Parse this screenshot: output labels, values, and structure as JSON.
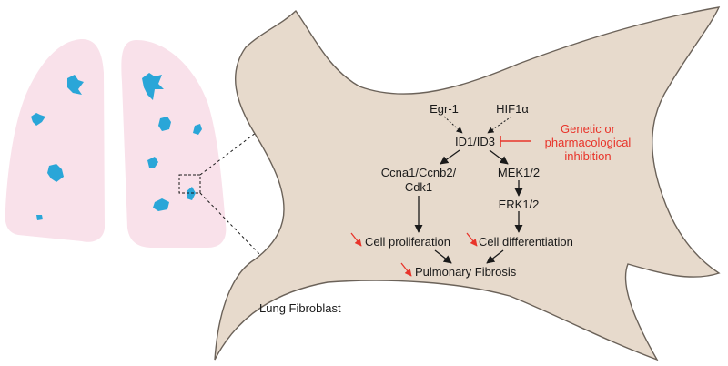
{
  "colors": {
    "lung": "#f9e1ea",
    "lesion": "#2aa6d8",
    "cell": "#e7dacc",
    "cell_stroke": "#6b6259",
    "inhibit": "#e8342a",
    "text": "#1a1a1a"
  },
  "pathway": {
    "egr1": "Egr-1",
    "hif1a": "HIF1α",
    "id13": "ID1/ID3",
    "ccna_line1": "Ccna1/Ccnb2/",
    "ccna_line2": "Cdk1",
    "mek": "MEK1/2",
    "erk": "ERK1/2",
    "proliferation": "Cell proliferation",
    "differentiation": "Cell differentiation",
    "fibrosis": "Pulmonary Fibrosis"
  },
  "inhibition": {
    "line1": "Genetic or",
    "line2": "pharmacological",
    "line3": "inhibition"
  },
  "cell_label": "Lung Fibroblast"
}
